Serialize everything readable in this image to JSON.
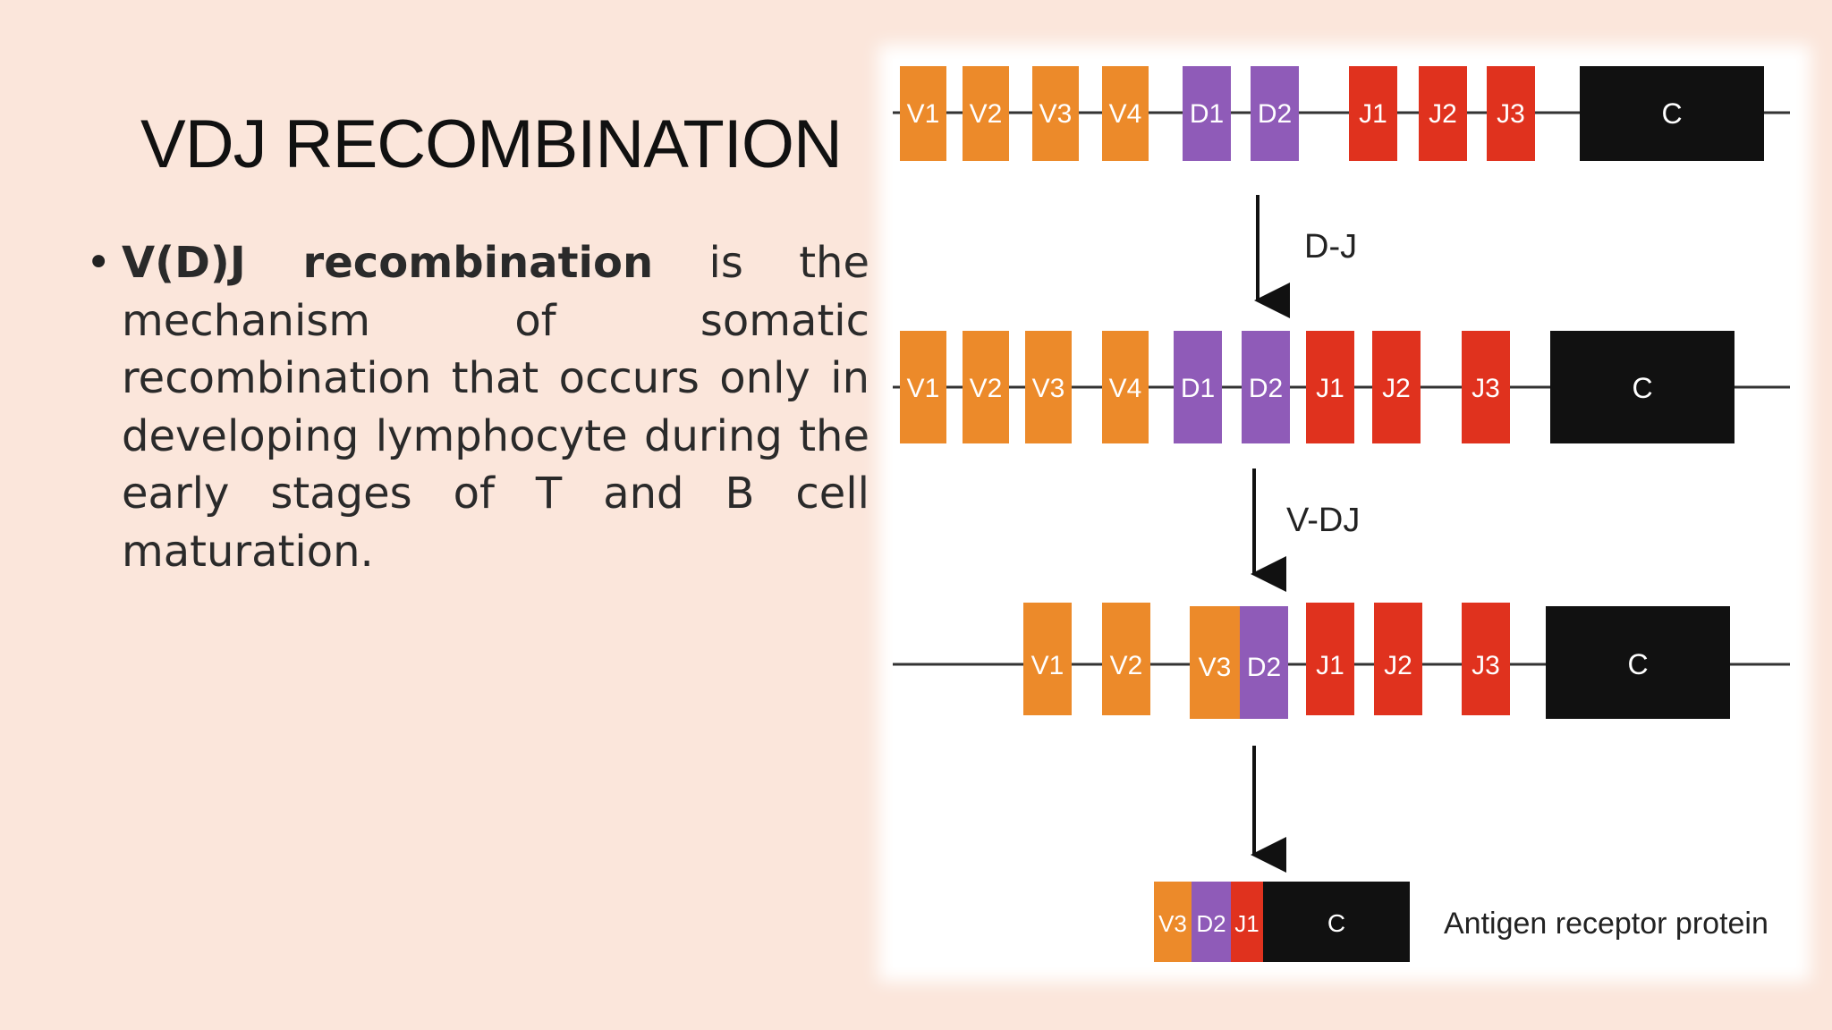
{
  "slide": {
    "title": "VDJ RECOMBINATION",
    "bullet": {
      "bold": "V(D)J recombination",
      "rest": "is the mechanism of somatic recombination that occurs only in developing lymphocyte during the early stages of T and B cell maturation."
    }
  },
  "diagram": {
    "colors": {
      "V": "#ec8a2a",
      "D": "#8f5bb8",
      "J": "#e0321e",
      "C": "#111111"
    },
    "rows": [
      {
        "segments": [
          "V1",
          "V2",
          "V3",
          "V4",
          "D1",
          "D2",
          "J1",
          "J2",
          "J3",
          "C"
        ]
      },
      {
        "segments": [
          "V1",
          "V2",
          "V3",
          "V4",
          "D1",
          "D2",
          "J1",
          "J2",
          "J3",
          "C"
        ]
      },
      {
        "segments": [
          "V1",
          "V2",
          "V3",
          "D2",
          "J1",
          "J2",
          "J3",
          "C"
        ]
      },
      {
        "segments": [
          "V3",
          "D2",
          "J1",
          "C"
        ]
      }
    ],
    "steps": [
      "D-J",
      "V-DJ"
    ],
    "product_label": "Antigen receptor protein"
  }
}
